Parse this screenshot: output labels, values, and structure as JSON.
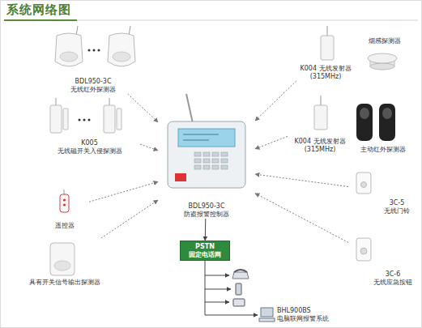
{
  "diagram": {
    "title": "系统网络图",
    "nodes": [
      {
        "text": [
          "BDL950-3C 无线红外探测器"
        ]
      },
      {
        "text": [
          "K005 无线磁开关入侵探测器"
        ]
      },
      {
        "text": [
          "遥控器"
        ]
      },
      {
        "text": [
          "具有开关信号输出探测器"
        ]
      },
      {
        "text": [
          "K004 无线发射器(315MHz)"
        ]
      },
      {
        "text": [
          "烟感探测器"
        ]
      },
      {
        "text": [
          "K004 无线发射器(315MHz)"
        ]
      },
      {
        "text": [
          "主动红外探测器"
        ]
      },
      {
        "text": [
          "3C-5 无线门铃"
        ]
      },
      {
        "text": [
          "3C-6 无线应急按钮"
        ]
      },
      {
        "text": [
          "BDL950-3C 防盗报警控制器"
        ]
      },
      {
        "text": [
          "PSTN 固定电话网"
        ]
      },
      {
        "text": [
          "BHL900BS 电脑联网报警系统"
        ]
      }
    ],
    "edges": [
      {
        "from": 0,
        "to": 10,
        "arrow": "to"
      },
      {
        "from": 1,
        "to": 10,
        "arrow": "to"
      },
      {
        "from": 2,
        "to": 10,
        "arrow": "to"
      },
      {
        "from": 3,
        "to": 10,
        "arrow": "to"
      },
      {
        "from": 4,
        "to": 10,
        "arrow": "to"
      },
      {
        "from": 6,
        "to": 10,
        "arrow": "to"
      },
      {
        "from": 8,
        "to": 10,
        "arrow": "to"
      },
      {
        "from": 9,
        "to": 10,
        "arrow": "to"
      },
      {
        "from": 10,
        "to": 11,
        "arrow": "to"
      },
      {
        "from": 11,
        "to": 12,
        "arrow": "to"
      }
    ]
  }
}
